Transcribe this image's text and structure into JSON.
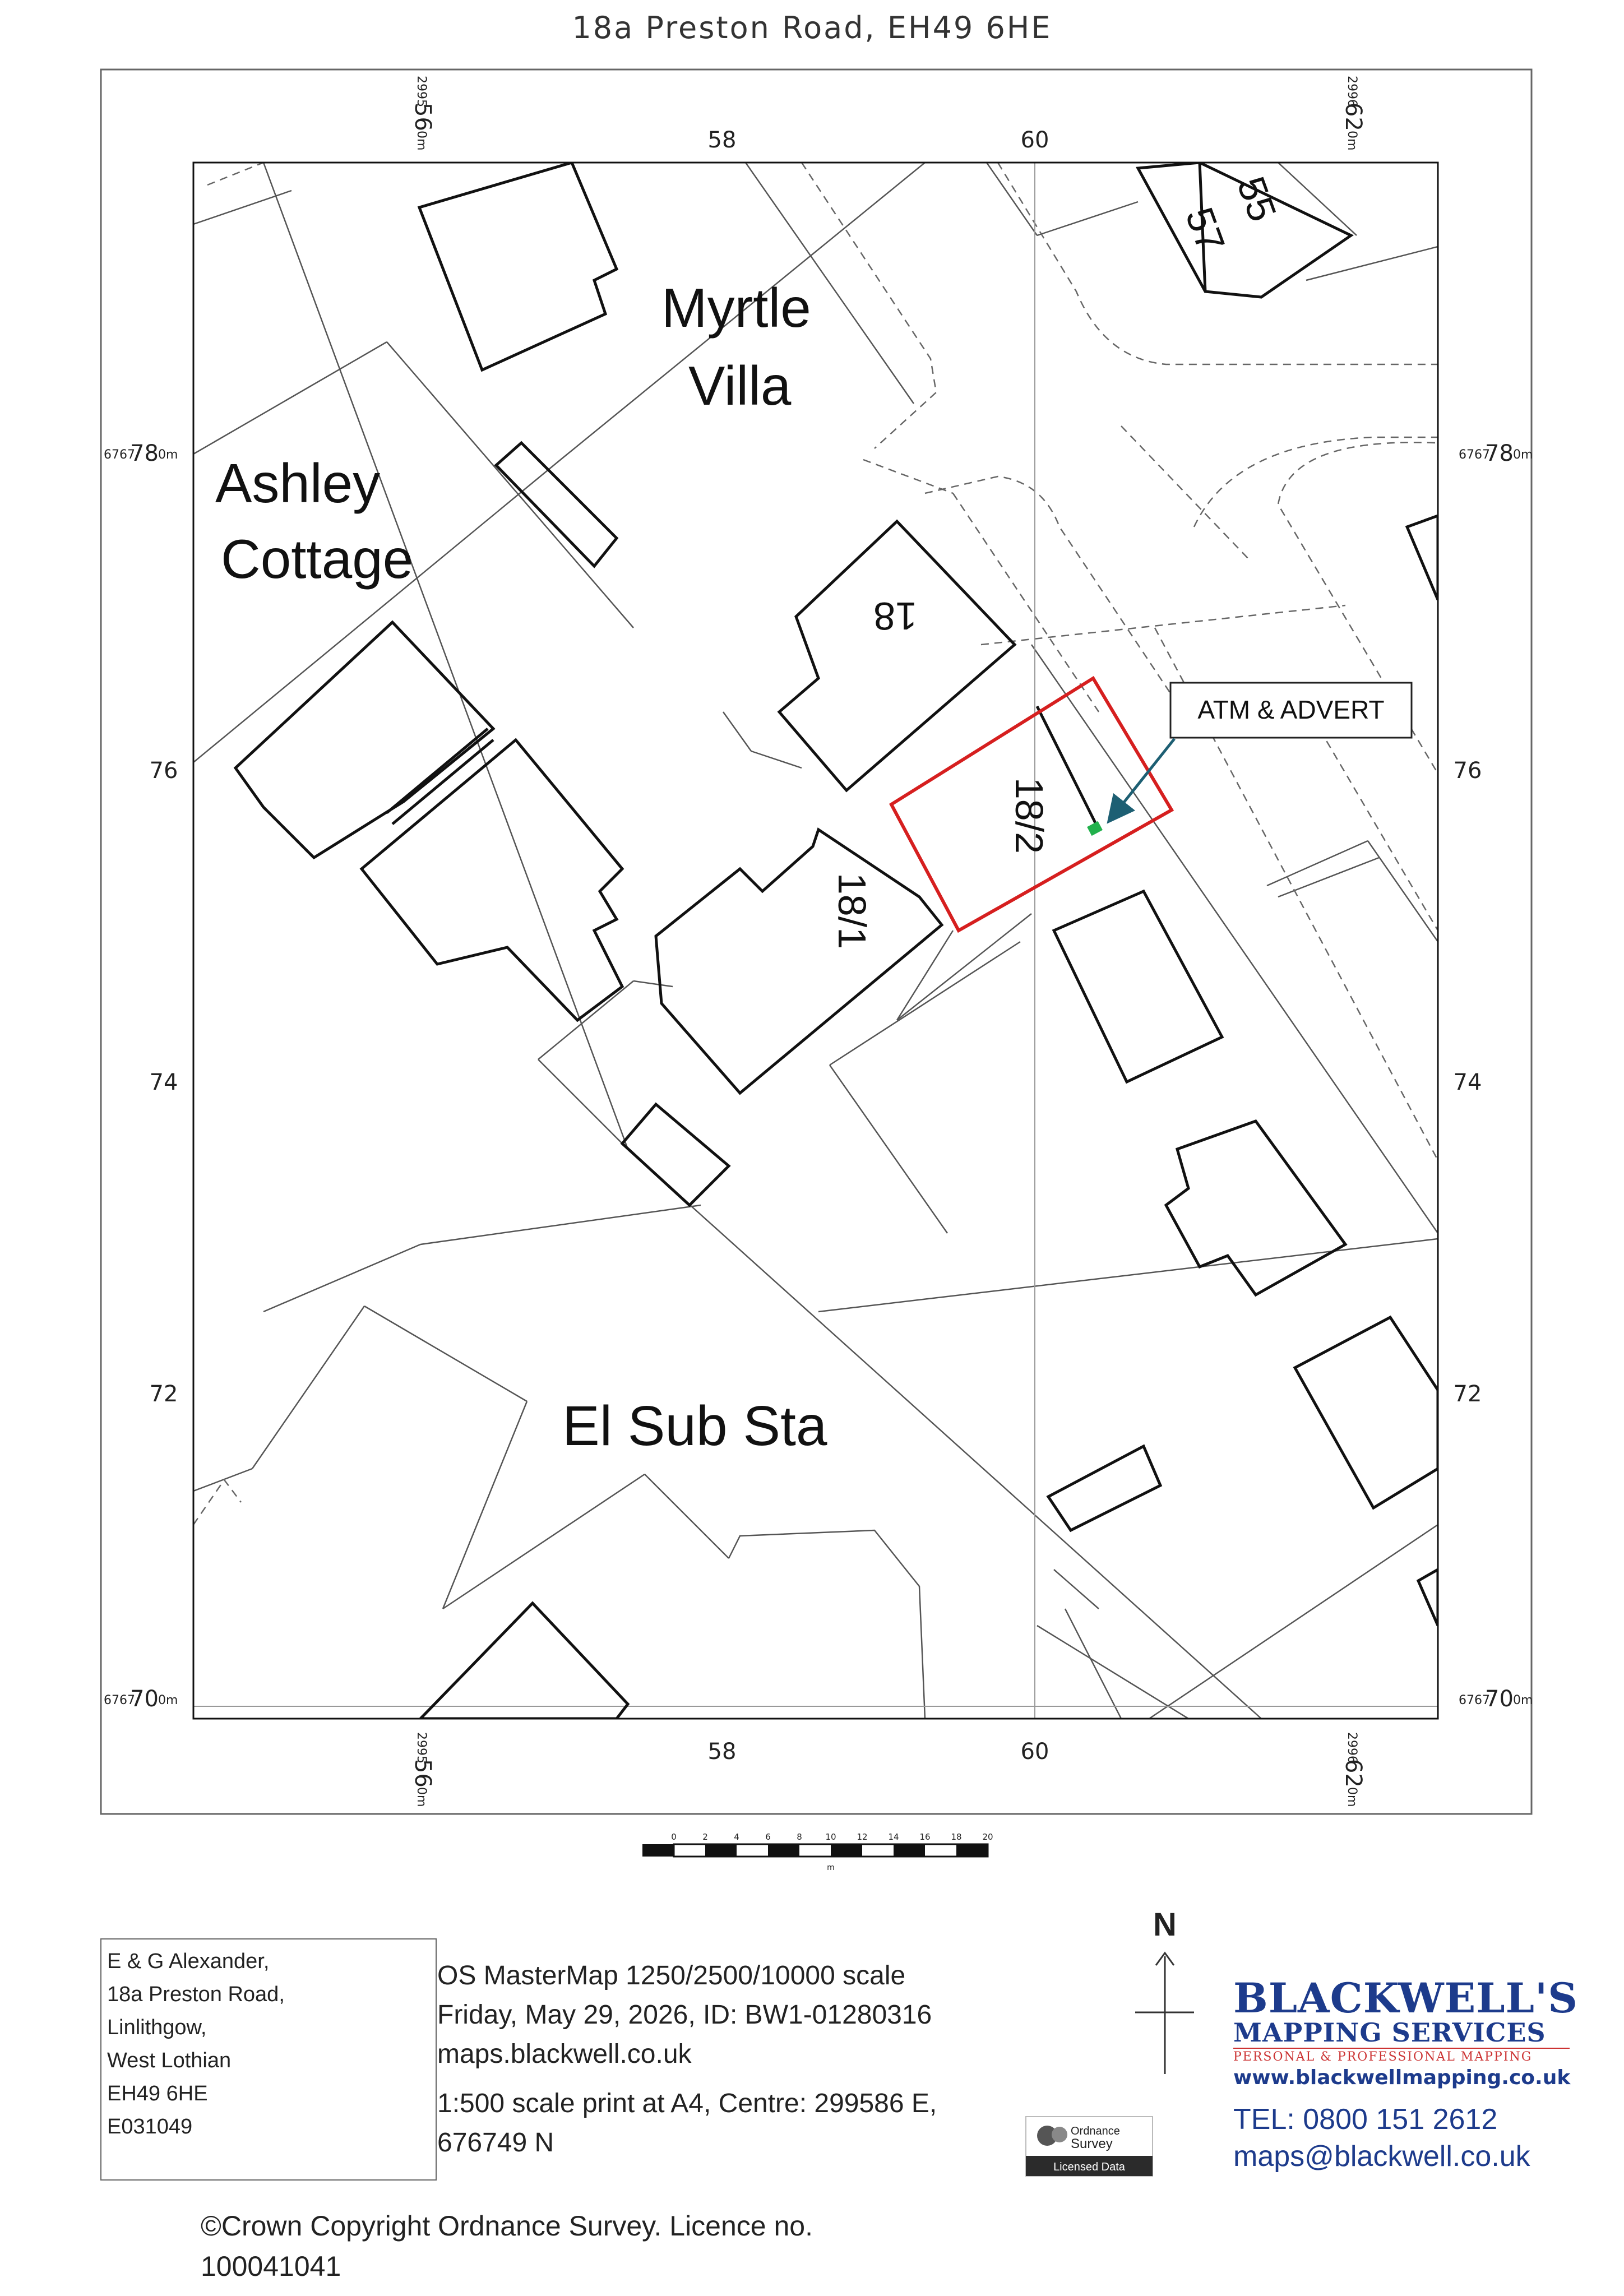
{
  "title": "18a Preston Road, EH49 6HE",
  "grid_labels": {
    "top": [
      "58",
      "60"
    ],
    "bottom": [
      "58",
      "60"
    ],
    "left": [
      "76",
      "74",
      "72"
    ],
    "right": [
      "76",
      "74",
      "72"
    ],
    "easting_left": {
      "prefix": "2995",
      "main": "56",
      "suffix": "0m"
    },
    "easting_right": {
      "prefix": "2996",
      "main": "62",
      "suffix": "0m"
    },
    "northing_top": {
      "prefix": "6767",
      "main": "78",
      "suffix": "0m"
    },
    "northing_bottom": {
      "prefix": "6767",
      "main": "70",
      "suffix": "0m"
    }
  },
  "map_labels": {
    "myrtle_villa_1": "Myrtle",
    "myrtle_villa_2": "Villa",
    "ashley_cottage_1": "Ashley",
    "ashley_cottage_2": "Cottage",
    "el_sub_sta": "El Sub Sta",
    "house_18": "18",
    "house_18_1": "18/1",
    "house_18_2": "18/2",
    "house_55": "55",
    "house_57": "57",
    "callout": "ATM & ADVERT"
  },
  "scale_bar": {
    "ticks": [
      "0",
      "2",
      "4",
      "6",
      "8",
      "10",
      "12",
      "14",
      "16",
      "18",
      "20"
    ],
    "unit": "m"
  },
  "address_box": [
    "E & G Alexander,",
    "18a Preston Road,",
    "Linlithgow,",
    "West Lothian",
    "EH49 6HE",
    "E031049"
  ],
  "meta": {
    "line1": "OS MasterMap 1250/2500/10000 scale",
    "line2": "Friday, May 29, 2026, ID: BW1-01280316",
    "line3": "maps.blackwell.co.uk",
    "line4": "1:500 scale print at A4, Centre: 299586 E,",
    "line5": "676749 N"
  },
  "copyright": {
    "line1": "©Crown Copyright Ordnance Survey. Licence no.",
    "line2": "100041041"
  },
  "north": "N",
  "brand": {
    "name": "BLACKWELL'S",
    "sub": "MAPPING SERVICES",
    "tagline": "PERSONAL & PROFESSIONAL MAPPING",
    "web": "www.blackwellmapping.co.uk",
    "tel": "TEL: 0800 151 2612",
    "email": "maps@blackwell.co.uk"
  },
  "os_badge": {
    "line1": "Ordnance",
    "line2": "Survey",
    "licensed": "Licensed Data"
  },
  "colors": {
    "site_outline": "#d61f1f",
    "marker": "#22b14c",
    "arrow": "#1d5f73",
    "brand": "#1d3b8c"
  }
}
